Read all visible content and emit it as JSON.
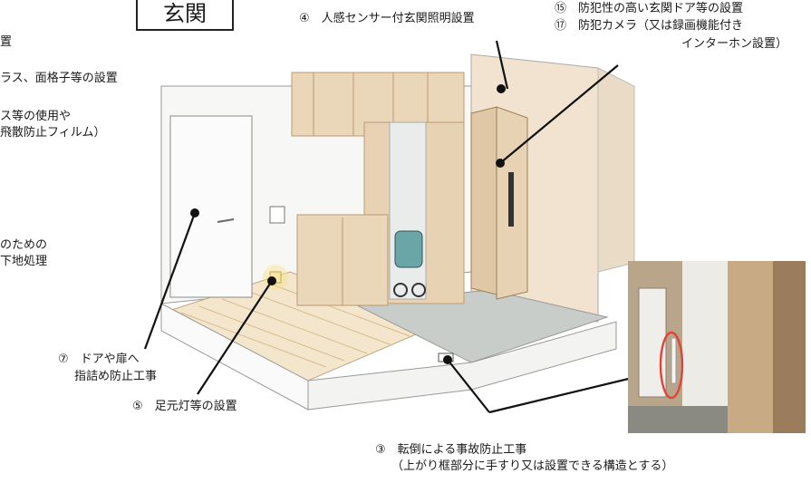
{
  "title": "玄関",
  "labels": {
    "sensor_light": "④　人感センサー付玄関照明設置",
    "door_line1": "⑮　防犯性の高い玄関ドア等の設置",
    "door_line2": "⑰　防犯カメラ（又は録画機能付き",
    "door_line3": "インターホン設置）",
    "left1": "置",
    "left2": "ラス、面格子等の設置",
    "left3": "ス等の使用や",
    "left4": "飛散防止フィルム）",
    "left5": "のための",
    "left6": "下地処理",
    "finger_line1": "⑦　ドアや扉へ",
    "finger_line2": "指詰め防止工事",
    "foot_light": "⑤　足元灯等の設置",
    "fall_line1": "③　転倒による事故防止工事",
    "fall_line2": "（上がり框部分に手すり又は設置できる構造とする）"
  },
  "colors": {
    "wood": "#e8d2b4",
    "wood_dark": "#c9a97f",
    "wall": "#fafafa",
    "floor_tile": "#c8ccc8",
    "line": "#111111",
    "highlight_circle": "#e0443a"
  }
}
